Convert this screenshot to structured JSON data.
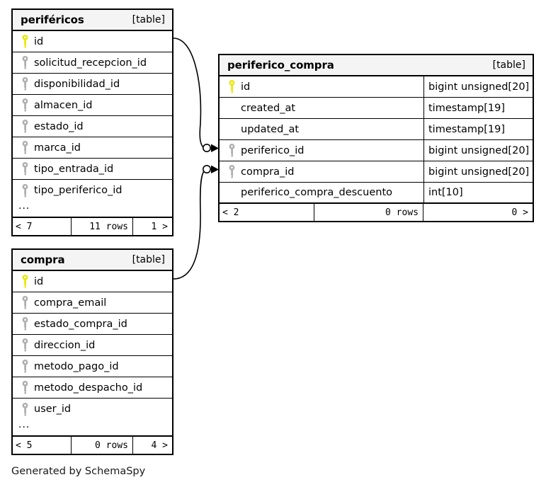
{
  "diagram": {
    "caption": "Generated by SchemaSpy",
    "table_tag": "[table]",
    "ellipsis": "...",
    "pk_color": "#e8e80c",
    "fk_color": "#b0b0b0",
    "header_bg": "#f4f4f4",
    "border_color": "#000000"
  },
  "tables": [
    {
      "name": "periféricos",
      "tag": "[table]",
      "columns": [
        {
          "name": "id",
          "key": "primary",
          "type": ""
        },
        {
          "name": "solicitud_recepcion_id",
          "key": "foreign",
          "type": ""
        },
        {
          "name": "disponibilidad_id",
          "key": "foreign",
          "type": ""
        },
        {
          "name": "almacen_id",
          "key": "foreign",
          "type": ""
        },
        {
          "name": "estado_id",
          "key": "foreign",
          "type": ""
        },
        {
          "name": "marca_id",
          "key": "foreign",
          "type": ""
        },
        {
          "name": "tipo_entrada_id",
          "key": "foreign",
          "type": ""
        },
        {
          "name": "tipo_periferico_id",
          "key": "foreign",
          "type": ""
        }
      ],
      "has_ellipsis": true,
      "footer": {
        "prev": "< 7",
        "rows": "11 rows",
        "next": "1 >"
      }
    },
    {
      "name": "periferico_compra",
      "tag": "[table]",
      "columns": [
        {
          "name": "id",
          "key": "primary",
          "type": "bigint unsigned[20]"
        },
        {
          "name": "created_at",
          "key": "none",
          "type": "timestamp[19]"
        },
        {
          "name": "updated_at",
          "key": "none",
          "type": "timestamp[19]"
        },
        {
          "name": "periferico_id",
          "key": "foreign",
          "type": "bigint unsigned[20]"
        },
        {
          "name": "compra_id",
          "key": "foreign",
          "type": "bigint unsigned[20]"
        },
        {
          "name": "periferico_compra_descuento",
          "key": "none",
          "type": "int[10]"
        }
      ],
      "has_ellipsis": false,
      "footer": {
        "prev": "< 2",
        "rows": "0 rows",
        "next": "0 >"
      }
    },
    {
      "name": "compra",
      "tag": "[table]",
      "columns": [
        {
          "name": "id",
          "key": "primary",
          "type": ""
        },
        {
          "name": "compra_email",
          "key": "foreign",
          "type": ""
        },
        {
          "name": "estado_compra_id",
          "key": "foreign",
          "type": ""
        },
        {
          "name": "direccion_id",
          "key": "foreign",
          "type": ""
        },
        {
          "name": "metodo_pago_id",
          "key": "foreign",
          "type": ""
        },
        {
          "name": "metodo_despacho_id",
          "key": "foreign",
          "type": ""
        },
        {
          "name": "user_id",
          "key": "foreign",
          "type": ""
        }
      ],
      "has_ellipsis": true,
      "footer": {
        "prev": "< 5",
        "rows": "0 rows",
        "next": "4 >"
      }
    }
  ],
  "relationships": [
    {
      "from_table": "periféricos",
      "from_column": "id",
      "to_table": "periferico_compra",
      "to_column": "periferico_id"
    },
    {
      "from_table": "compra",
      "from_column": "id",
      "to_table": "periferico_compra",
      "to_column": "compra_id"
    }
  ]
}
